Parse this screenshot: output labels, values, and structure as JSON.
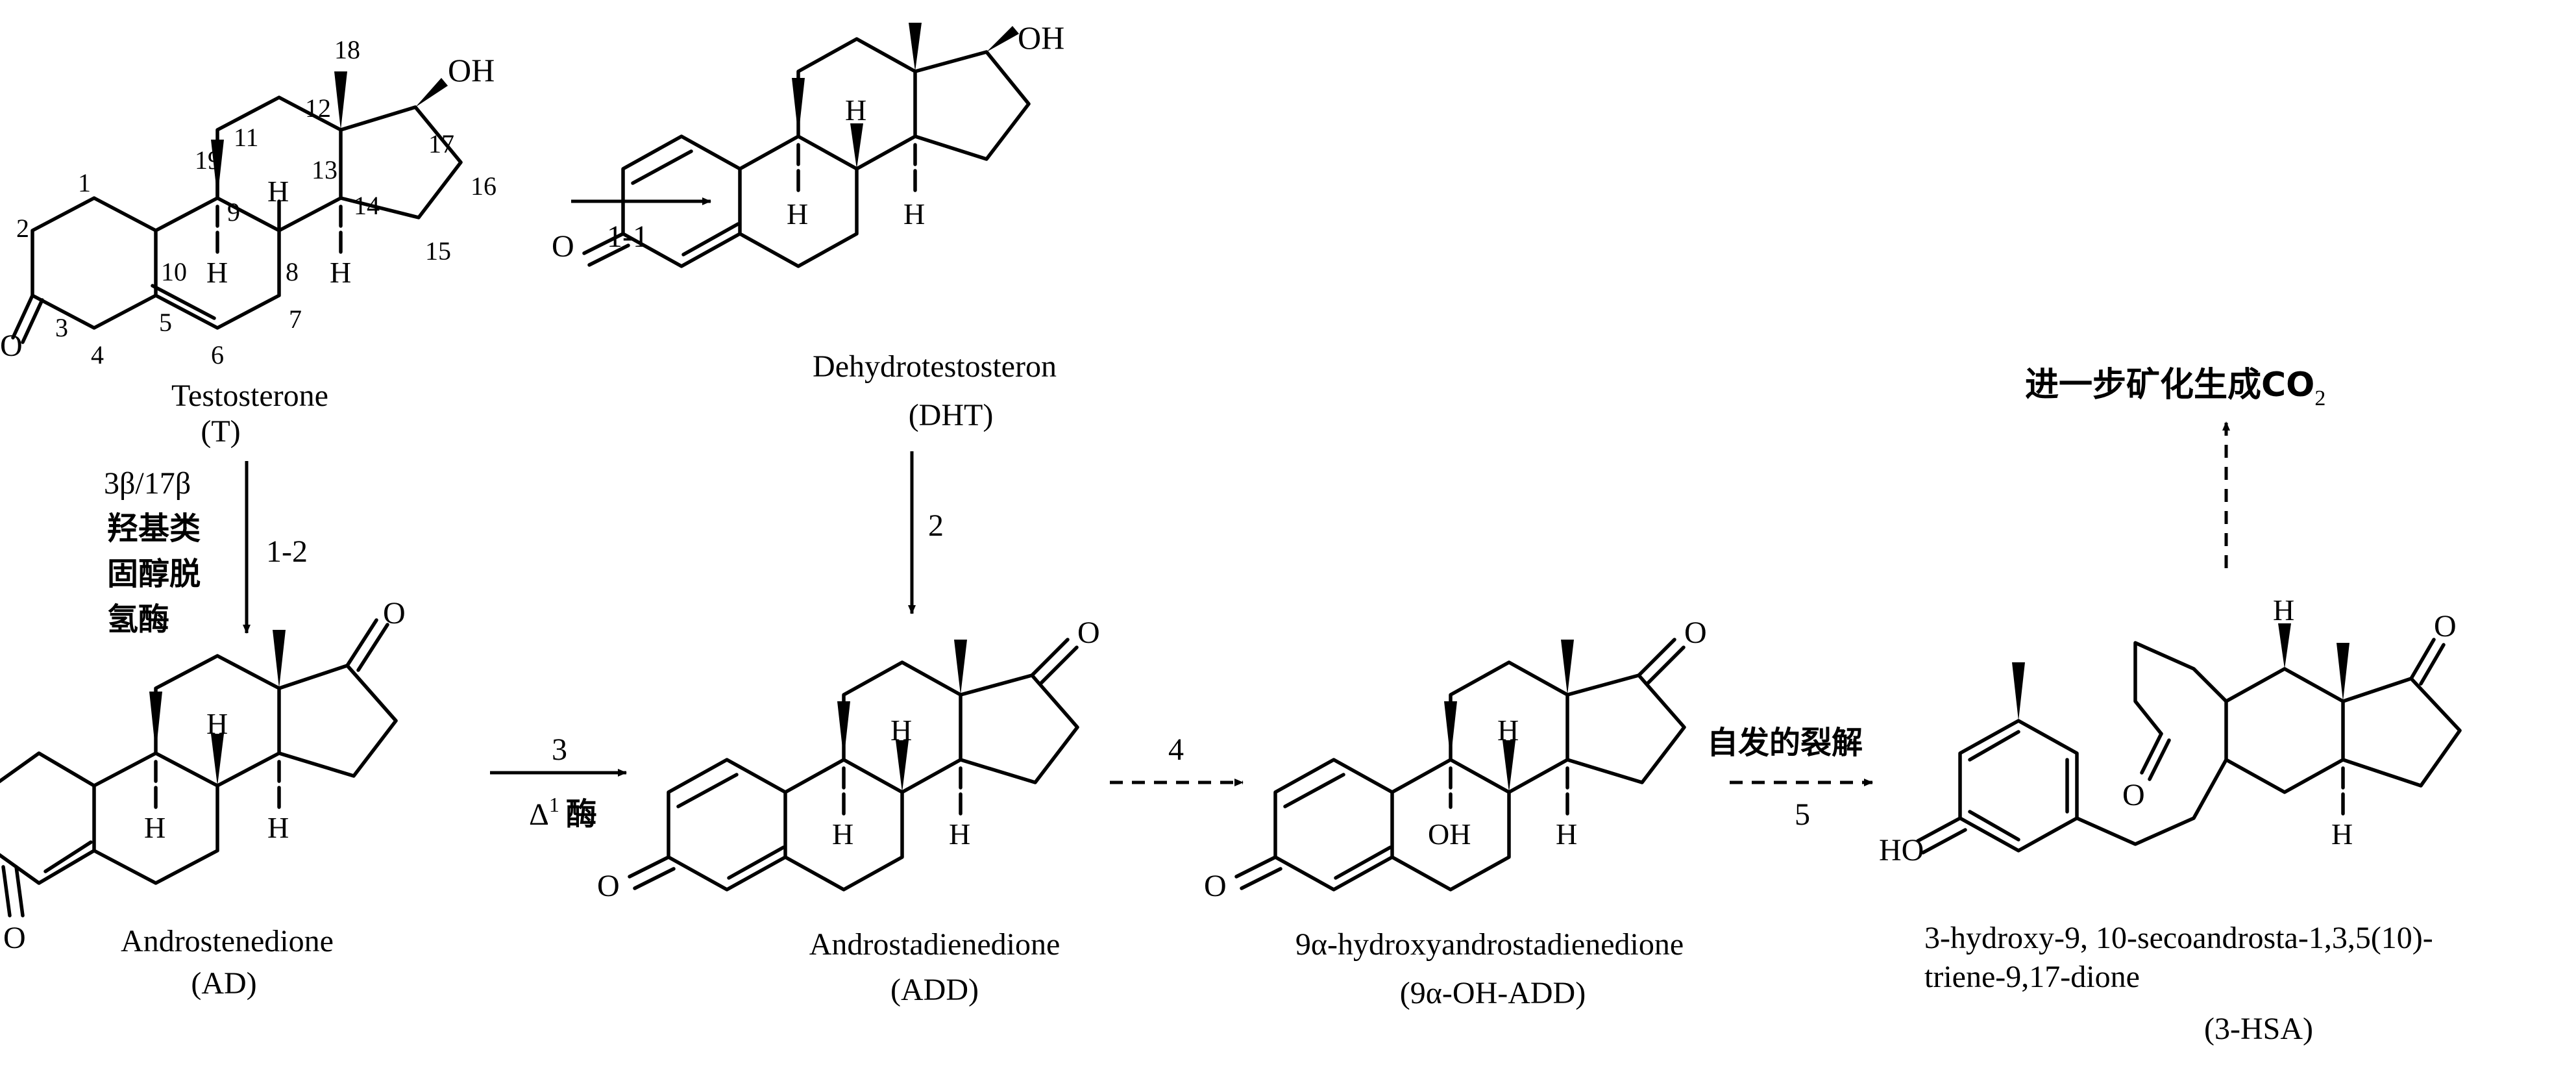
{
  "compounds": {
    "testosterone": {
      "name": "Testosterone",
      "abbr": "(T)"
    },
    "dht": {
      "name": "Dehydrotestosteron",
      "abbr": "(DHT)"
    },
    "ad": {
      "name": "Androstenedione",
      "abbr": "(AD)"
    },
    "add": {
      "name": "Androstadienedione",
      "abbr": "(ADD)"
    },
    "oh_add": {
      "name": "9α-hydroxyandrostadienedione",
      "abbr": "(9α-OH-ADD)"
    },
    "hsa": {
      "name_line1": "3-hydroxy-9, 10-secoandrosta-1,3,5(10)-",
      "name_line2": "triene-9,17-dione",
      "abbr": "(3-HSA)"
    }
  },
  "atoms": {
    "oxygen": "O",
    "hydroxyl": "OH",
    "hydrogen": "H",
    "hydroxyl_left": "HO"
  },
  "numbering": {
    "c1": "1",
    "c2": "2",
    "c3": "3",
    "c4": "4",
    "c5": "5",
    "c6": "6",
    "c7": "7",
    "c8": "8",
    "c9": "9",
    "c10": "10",
    "c11": "11",
    "c12": "12",
    "c13": "13",
    "c14": "14",
    "c15": "15",
    "c16": "16",
    "c17": "17",
    "c18": "18",
    "c19": "19"
  },
  "steps": {
    "s1_1": "1-1",
    "s1_2": "1-2",
    "s1_2_enzyme": [
      "3β/17β",
      "羟基类",
      "固醇脱",
      "氢酶"
    ],
    "s2": "2",
    "s3": "3",
    "s3_enzyme_delta": "Δ",
    "s3_enzyme_sup": "1",
    "s3_enzyme_word": "酶",
    "s4": "4",
    "s5": "5",
    "s5_label": "自发的裂解",
    "mineral_prefix": "进一步矿化生成CO",
    "mineral_sub": "2"
  }
}
